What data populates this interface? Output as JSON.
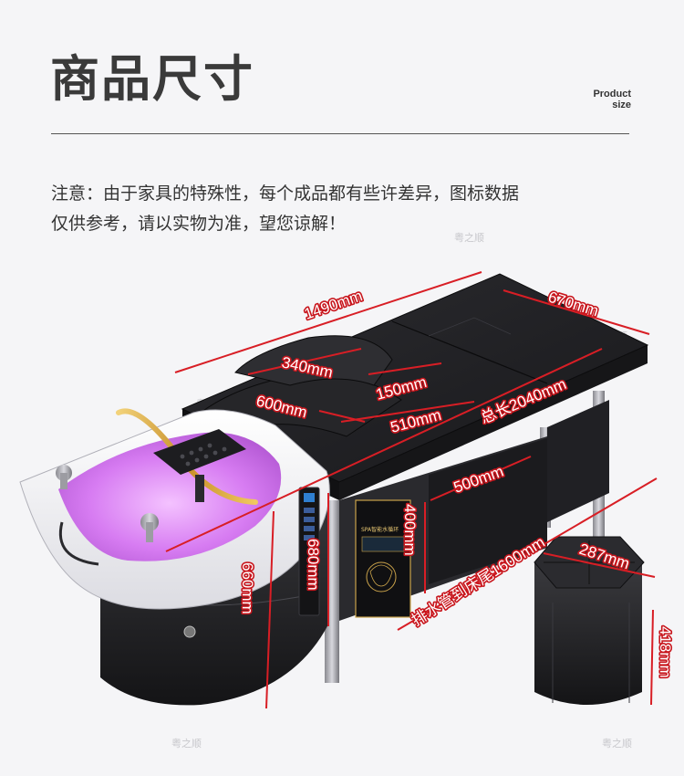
{
  "header": {
    "title": "商品尺寸",
    "subtitle_line1": "Product",
    "subtitle_line2": "size"
  },
  "note": {
    "line1": "注意：由于家具的特殊性，每个成品都有些许差异，图标数据",
    "line2": "仅供参考，请以实物为准，望您谅解！"
  },
  "dimensions": {
    "length_1490": "1490mm",
    "width_670": "670mm",
    "pillow_340": "340mm",
    "pillow_150": "150mm",
    "neck_600": "600mm",
    "neck_510": "510mm",
    "total_length": "总长2040mm",
    "shelf_500": "500mm",
    "cabinet_400": "400mm",
    "height_680": "680mm",
    "height_660": "660mm",
    "drain_pipe": "排水管到床尾1600mm",
    "stool_287": "287mm",
    "stool_418": "418mm"
  },
  "product": {
    "panel_label": "SPA智能水循环"
  },
  "watermark": "粤之顺",
  "colors": {
    "accent_red": "#d81e25",
    "body_black": "#1f1f22",
    "basin_white": "#f4f4f6",
    "basin_pink": "#e48cff",
    "gold": "#d6a63a"
  }
}
